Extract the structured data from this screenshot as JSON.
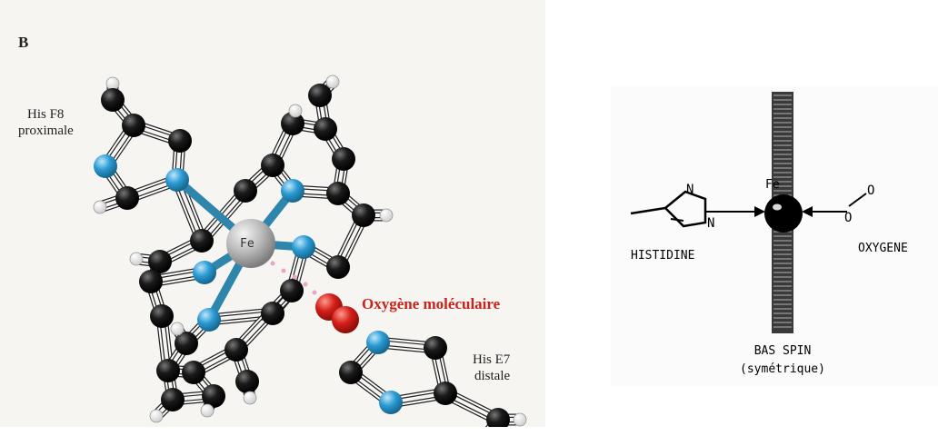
{
  "left_panel": {
    "panel_letter": "B",
    "his_f8_line1": "His  F8",
    "his_f8_line2": "proximale",
    "iron": "Fe",
    "oxygen_label": "Oxygène moléculaire",
    "his_e7_line1": "His E7",
    "his_e7_line2": "distale"
  },
  "right_panel": {
    "n_top": "N",
    "n_bottom": "N",
    "iron": "Fe",
    "o_top": "O",
    "o_bottom": "O",
    "histidine": "HISTIDINE",
    "oxygene": "OXYGENE",
    "spin_line1": "BAS SPIN",
    "spin_line2": "(symétrique)"
  },
  "colors": {
    "carbon": "#111111",
    "nitrogen": "#2b9bd4",
    "iron": "#b9b9b9",
    "oxygen": "#d41f1a",
    "fe_n_bond": "#2f86ad",
    "oxygen_label": "#c8241c"
  }
}
